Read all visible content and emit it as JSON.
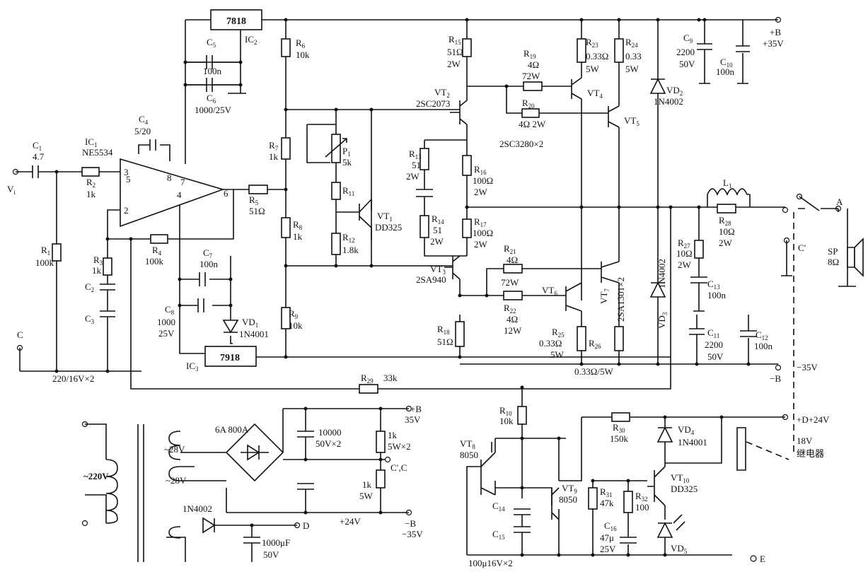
{
  "amplifier": {
    "vi": "V",
    "vi_sub": "i",
    "c_terminal": "C",
    "c1": "C",
    "c1_sub": "1",
    "c1_val": "4.7",
    "r1": "R",
    "r1_sub": "1",
    "r1_val": "100k",
    "r2": "R",
    "r2_sub": "2",
    "r2_val": "1k",
    "r3": "R",
    "r3_sub": "3",
    "r3_val": "1k",
    "r4": "R",
    "r4_sub": "4",
    "r4_val": "100k",
    "r5": "R",
    "r5_sub": "5",
    "r5_val": "51Ω",
    "c2": "C",
    "c2_sub": "2",
    "c3": "C",
    "c3_sub": "3",
    "c23_val": "220/16V×2",
    "c4": "C",
    "c4_sub": "4",
    "c4_val": "5/20",
    "ic1": "IC",
    "ic1_sub": "1",
    "ic1_part": "NE5534",
    "pin5": "5",
    "pin3": "3",
    "pin2": "2",
    "pin8": "8",
    "pin7": "7",
    "pin4": "4",
    "pin6": "6",
    "ic2": "IC",
    "ic2_sub": "2",
    "reg_pos": "7818",
    "ic3": "IC",
    "ic3_sub": "3",
    "reg_neg": "7918",
    "c5": "C",
    "c5_sub": "5",
    "c5_val": "100n",
    "c6": "C",
    "c6_sub": "6",
    "c6_val": "1000/25V",
    "c7": "C",
    "c7_sub": "7",
    "c7_val": "100n",
    "c8": "C",
    "c8_sub": "8",
    "c8_val1": "1000",
    "c8_val2": "25V",
    "vd1": "VD",
    "vd1_sub": "1",
    "vd1_part": "1N4001",
    "r6": "R",
    "r6_sub": "6",
    "r6_val": "10k",
    "r7": "R",
    "r7_sub": "7",
    "r7_val": "1k",
    "r8": "R",
    "r8_sub": "8",
    "r8_val": "1k",
    "r9": "R",
    "r9_sub": "9",
    "r9_val": "10k",
    "p1": "P",
    "p1_sub": "1",
    "p1_val": "5k",
    "r11": "R",
    "r11_sub": "11",
    "r12": "R",
    "r12_sub": "12",
    "r12_val": "1.8k",
    "vt1": "VT",
    "vt1_sub": "1",
    "vt1_part": "DD325",
    "vt2": "VT",
    "vt2_sub": "2",
    "vt2_part": "2SC2073",
    "vt3": "VT",
    "vt3_sub": "3",
    "vt3_part": "2SA940",
    "r13": "R",
    "r13_sub": "13",
    "r13_val1": "51",
    "r13_val2": "2W",
    "r14": "R",
    "r14_sub": "14",
    "r14_val1": "51",
    "r14_val2": "2W",
    "r15": "R",
    "r15_sub": "15",
    "r15_val1": "51Ω",
    "r15_val2": "2W",
    "r16": "R",
    "r16_sub": "16",
    "r16_val1": "100Ω",
    "r16_val2": "2W",
    "r17": "R",
    "r17_sub": "17",
    "r17_val1": "100Ω",
    "r17_val2": "2W",
    "r18": "R",
    "r18_sub": "18",
    "r18_val": "51Ω",
    "r19": "R",
    "r19_sub": "19",
    "r19_val1": "4Ω",
    "r19_val2": "72W",
    "r20": "R",
    "r20_sub": "20",
    "r20_val": "4Ω   2W",
    "r21": "R",
    "r21_sub": "21",
    "r21_val1": "4Ω",
    "r21_val2": "72W",
    "r22": "R",
    "r22_sub": "22",
    "r22_val1": "4Ω",
    "r22_val2": "12W",
    "r23": "R",
    "r23_sub": "23",
    "r23_val1": "0.33Ω",
    "r23_val2": "5W",
    "r24": "R",
    "r24_sub": "24",
    "r24_val1": "0.33",
    "r24_val2": "5W",
    "r25": "R",
    "r25_sub": "25",
    "r25_val1": "0.33Ω",
    "r25_val2": "5W",
    "r26": "R",
    "r26_sub": "26",
    "r26_val": "0.33Ω/5W",
    "vt4": "VT",
    "vt4_sub": "4",
    "vt5": "VT",
    "vt5_sub": "5",
    "vt6": "VT",
    "vt6_sub": "6",
    "vt7": "VT",
    "vt7_sub": "7",
    "vt7_part": "2SA1301×2",
    "vt45_part": "2SC3280×2",
    "vd2": "VD",
    "vd2_sub": "2",
    "vd2_part": "1N4002",
    "vd3": "VD",
    "vd3_sub": "3",
    "vd3_part": "1N4002",
    "c9": "C",
    "c9_sub": "9",
    "c9_val1": "2200",
    "c9_val2": "50V",
    "c10": "C",
    "c10_sub": "10",
    "c10_val": "100n",
    "c11": "C",
    "c11_sub": "11",
    "c11_val1": "2200",
    "c11_val2": "50V",
    "c12": "C",
    "c12_sub": "12",
    "c12_val": "100n",
    "c13": "C",
    "c13_sub": "13",
    "c13_val": "100n",
    "r27": "R",
    "r27_sub": "27",
    "r27_val1": "10Ω",
    "r27_val2": "2W",
    "r28": "R",
    "r28_sub": "28",
    "r28_val1": "10Ω",
    "r28_val2": "2W",
    "l1": "L",
    "l1_sub": "1",
    "r29": "R",
    "r29_sub": "29",
    "r29_val": "33k",
    "plus_b": "+B",
    "plus_35": "+35V",
    "minus_b": "−B",
    "minus_35": "−35V",
    "cprime": "C′",
    "a_term": "A",
    "sp": "SP",
    "sp_val": "8Ω"
  },
  "power_supply": {
    "mains": "~220V",
    "tap1": "~28V",
    "tap2": "~28V",
    "bridge": "6A 800A",
    "cap_val1": "10000",
    "cap_val2": "50V×2",
    "plus_b": "+B",
    "v35": "35V",
    "r_top1": "1k",
    "r_top2": "5W×2",
    "r_bot1": "1k",
    "r_bot2": "5W",
    "cc_label": "C′,C",
    "v24": "+24V",
    "minus_b": "−B",
    "minus35": "−35V",
    "diode": "1N4002",
    "d_term": "D",
    "cap2_val1": "1000μF",
    "cap2_val2": "50V"
  },
  "protection": {
    "r10": "R",
    "r10_sub": "10",
    "r10_val": "10k",
    "vt8": "VT",
    "vt8_sub": "8",
    "vt8_part": "8050",
    "vt9": "VT",
    "vt9_sub": "9",
    "vt9_part": "8050",
    "c14": "C",
    "c14_sub": "14",
    "c15": "C",
    "c15_sub": "15",
    "c1415_val": "100μ16V×2",
    "r30": "R",
    "r30_sub": "30",
    "r30_val": "150k",
    "r31": "R",
    "r31_sub": "31",
    "r31_val": "47k",
    "r32": "R",
    "r32_sub": "32",
    "r32_val": "100",
    "c16": "C",
    "c16_sub": "16",
    "c16_val1": "47μ",
    "c16_val2": "25V",
    "vd4": "VD",
    "vd4_sub": "4",
    "vd4_part": "1N4001",
    "vt10": "VT",
    "vt10_sub": "10",
    "vt10_part": "DD325",
    "vd5": "VD",
    "vd5_sub": "5",
    "d_v24": "+D+24V",
    "relay1": "18V",
    "relay2": "继电器",
    "e_term": "E"
  }
}
